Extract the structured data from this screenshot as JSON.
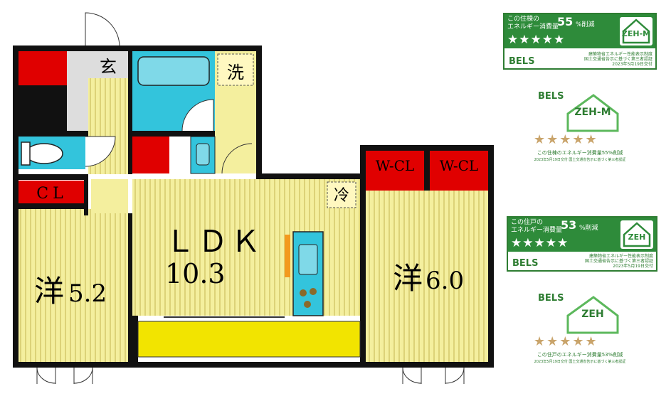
{
  "floorplan": {
    "rooms": {
      "entrance": "玄",
      "washroom": "洗",
      "refrigerator": "冷",
      "closet": "CL",
      "wcl_left": "W-CL",
      "wcl_right": "W-CL",
      "ldk_name": "ＬＤＫ",
      "ldk_size": "10.3",
      "western_left_name": "洋",
      "western_left_size": "5.2",
      "western_right_name": "洋",
      "western_right_size": "6.0"
    },
    "colors": {
      "floor": "#f4ef9e",
      "storage": "#e00000",
      "wet_area": "#33c4dc",
      "balcony": "#f2e400",
      "wall": "#111111"
    }
  },
  "badges": {
    "apartment": {
      "line1": "この住棟の",
      "line2": "エネルギー消費量",
      "percent": "55",
      "percent_unit": "%削減",
      "stars": "★★★★★",
      "logo_text": "ZEH-M",
      "brand": "BELS",
      "small1": "建築物省エネルギー性能表示制度",
      "small2": "国土交通省告示に基づく第三者認証",
      "small3": "2023年5月19日交付"
    },
    "apartment_logo": {
      "brand": "BELS",
      "name": "ZEH-M",
      "stars": "★★★★★",
      "caption": "この住棟のエネルギー消費量55%削減",
      "note": "2023年5月19日交付 国土交通省告示に基づく第三者認証"
    },
    "unit": {
      "line1": "この住戸の",
      "line2": "エネルギー消費量",
      "percent": "53",
      "percent_unit": "%削減",
      "stars": "★★★★★",
      "logo_text": "ZEH",
      "brand": "BELS",
      "small1": "建築物省エネルギー性能表示制度",
      "small2": "国土交通省告示に基づく第三者認証",
      "small3": "2023年5月19日交付"
    },
    "unit_logo": {
      "brand": "BELS",
      "name": "ZEH",
      "stars": "★★★★★",
      "caption": "この住戸のエネルギー消費量53%削減",
      "note": "2023年5月19日交付 国土交通省告示に基づく第三者認証"
    }
  }
}
